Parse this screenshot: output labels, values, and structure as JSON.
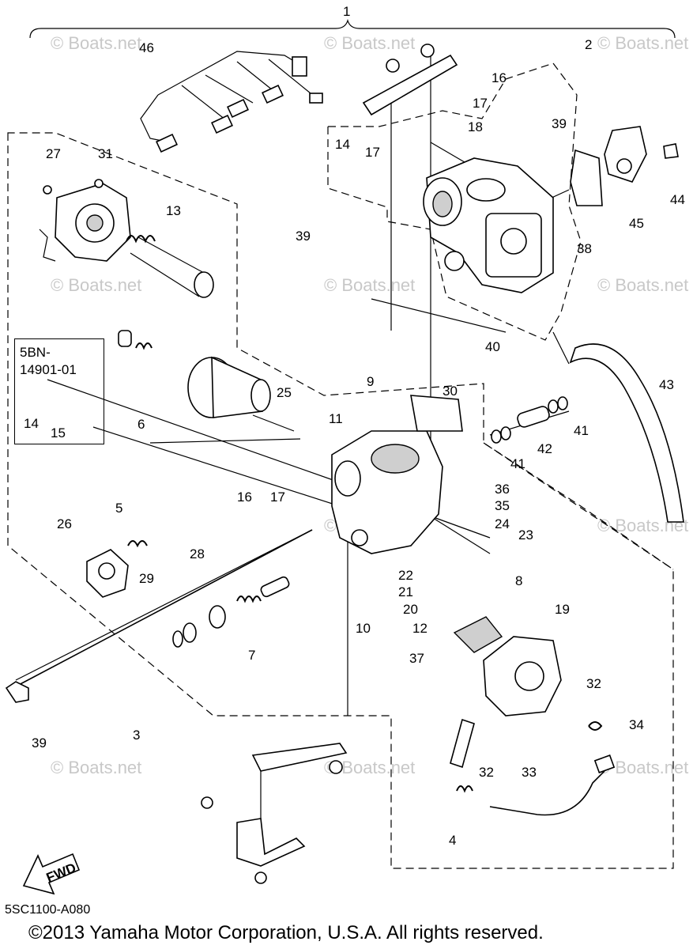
{
  "diagram": {
    "watermark": "© Boats.net",
    "inset_label": "5BN-\n14901-01",
    "figure_code": "5SC1100-A080",
    "copyright": "©2013 Yamaha Motor Corporation, U.S.A. All rights reserved.",
    "fwd_label": "FWD",
    "callouts": [
      {
        "id": "c1",
        "text": "1"
      },
      {
        "id": "c2",
        "text": "2"
      },
      {
        "id": "c3",
        "text": "3"
      },
      {
        "id": "c4",
        "text": "4"
      },
      {
        "id": "c5",
        "text": "5"
      },
      {
        "id": "c6",
        "text": "6"
      },
      {
        "id": "c7",
        "text": "7"
      },
      {
        "id": "c8",
        "text": "8"
      },
      {
        "id": "c9",
        "text": "9"
      },
      {
        "id": "c10",
        "text": "10"
      },
      {
        "id": "c11",
        "text": "11"
      },
      {
        "id": "c12",
        "text": "12"
      },
      {
        "id": "c13",
        "text": "13"
      },
      {
        "id": "c14a",
        "text": "14"
      },
      {
        "id": "c14b",
        "text": "14"
      },
      {
        "id": "c15",
        "text": "15"
      },
      {
        "id": "c16a",
        "text": "16"
      },
      {
        "id": "c16b",
        "text": "16"
      },
      {
        "id": "c17a",
        "text": "17"
      },
      {
        "id": "c17b",
        "text": "17"
      },
      {
        "id": "c17c",
        "text": "17"
      },
      {
        "id": "c18",
        "text": "18"
      },
      {
        "id": "c19",
        "text": "19"
      },
      {
        "id": "c20",
        "text": "20"
      },
      {
        "id": "c21",
        "text": "21"
      },
      {
        "id": "c22",
        "text": "22"
      },
      {
        "id": "c23",
        "text": "23"
      },
      {
        "id": "c24",
        "text": "24"
      },
      {
        "id": "c25",
        "text": "25"
      },
      {
        "id": "c26",
        "text": "26"
      },
      {
        "id": "c27",
        "text": "27"
      },
      {
        "id": "c28",
        "text": "28"
      },
      {
        "id": "c29",
        "text": "29"
      },
      {
        "id": "c30",
        "text": "30"
      },
      {
        "id": "c31",
        "text": "31"
      },
      {
        "id": "c32a",
        "text": "32"
      },
      {
        "id": "c32b",
        "text": "32"
      },
      {
        "id": "c33",
        "text": "33"
      },
      {
        "id": "c34",
        "text": "34"
      },
      {
        "id": "c35",
        "text": "35"
      },
      {
        "id": "c36",
        "text": "36"
      },
      {
        "id": "c37",
        "text": "37"
      },
      {
        "id": "c38",
        "text": "38"
      },
      {
        "id": "c39a",
        "text": "39"
      },
      {
        "id": "c39b",
        "text": "39"
      },
      {
        "id": "c39c",
        "text": "39"
      },
      {
        "id": "c40",
        "text": "40"
      },
      {
        "id": "c41a",
        "text": "41"
      },
      {
        "id": "c41b",
        "text": "41"
      },
      {
        "id": "c42",
        "text": "42"
      },
      {
        "id": "c43",
        "text": "43"
      },
      {
        "id": "c44",
        "text": "44"
      },
      {
        "id": "c45",
        "text": "45"
      },
      {
        "id": "c46",
        "text": "46"
      }
    ]
  }
}
